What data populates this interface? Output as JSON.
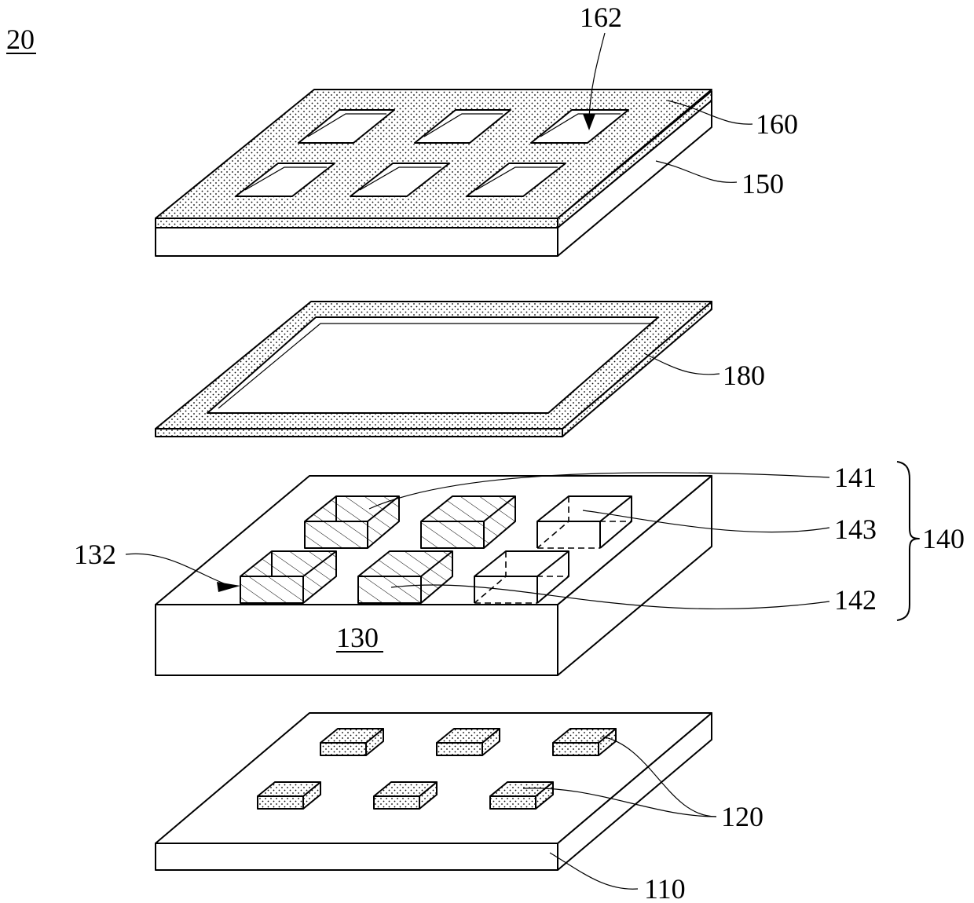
{
  "figure_number": "20",
  "labels": {
    "l162": "162",
    "l160": "160",
    "l150": "150",
    "l180": "180",
    "l141": "141",
    "l143": "143",
    "l140": "140",
    "l132": "132",
    "l142": "142",
    "l130": "130",
    "l120": "120",
    "l110": "110"
  }
}
